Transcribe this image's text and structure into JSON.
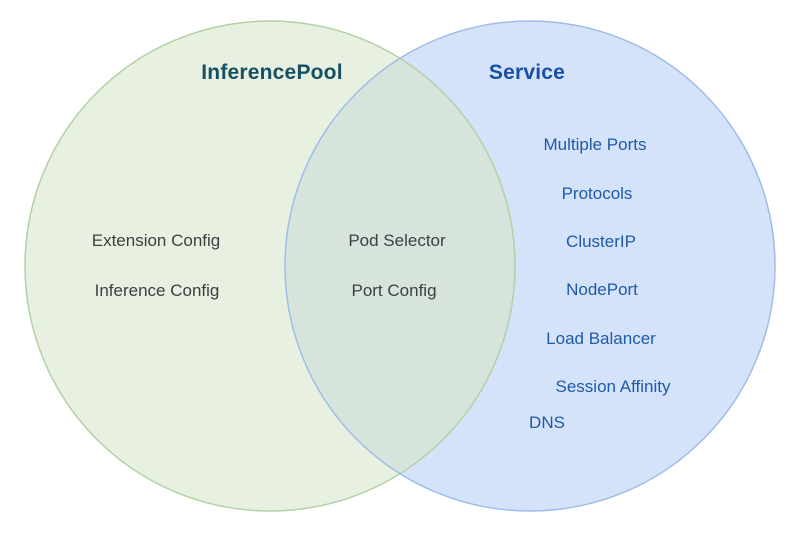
{
  "diagram": {
    "type": "venn",
    "background": "#ffffff",
    "left": {
      "title": "InferencePool",
      "items": [
        "Extension Config",
        "Inference Config"
      ]
    },
    "overlap": {
      "items": [
        "Pod Selector",
        "Port Config"
      ]
    },
    "right": {
      "title": "Service",
      "items": [
        "Multiple Ports",
        "Protocols",
        "ClusterIP",
        "NodePort",
        "Load Balancer",
        "Session Affinity",
        "DNS"
      ]
    },
    "colors": {
      "left_fill": "#e7f0e1",
      "left_stroke": "#b2d1a5",
      "right_fill": "#d4e3fa",
      "right_stroke": "#9fbde8",
      "overlap_fill": "#d6e4dc",
      "left_title_color": "#175063",
      "right_title_color": "#174ea6",
      "left_item_color": "#3c4043",
      "right_item_color": "#1f5aa8"
    }
  }
}
